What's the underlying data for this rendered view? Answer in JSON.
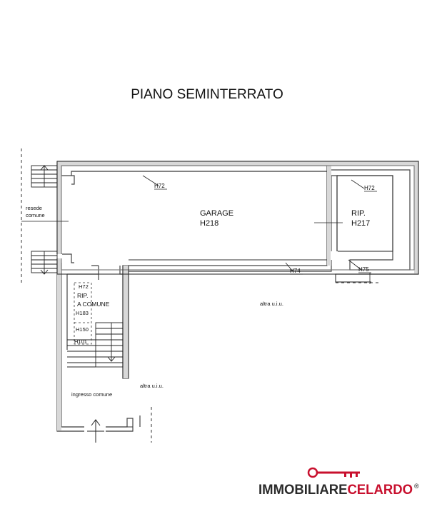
{
  "title": "PIANO SEMINTERRATO",
  "labels": {
    "garage": "GARAGE",
    "garage_height": "H218",
    "rip_right": "RIP.",
    "rip_right_height": "H217",
    "h72_top": "H72",
    "h72_right": "H72",
    "h74": "H74",
    "h75": "H75",
    "resede_line1": "resede",
    "resede_line2": "comune",
    "altra_uiu_1": "altra u.i.u.",
    "altra_uiu_2": "altra u.i.u.",
    "h72_stair": "H72",
    "rip_stair": "RIP.",
    "a_comune": "A COMUNE",
    "h183": "H183",
    "h150": "H150",
    "h101": "H101",
    "ingresso": "ingresso comune"
  },
  "logo": {
    "part1": "IMMOBILIARE",
    "part2": "CELARDO",
    "registered": "®",
    "colors": {
      "dark": "#2b2b2b",
      "accent": "#c8102e"
    }
  },
  "colors": {
    "wall": "#555555",
    "line": "#111111"
  }
}
